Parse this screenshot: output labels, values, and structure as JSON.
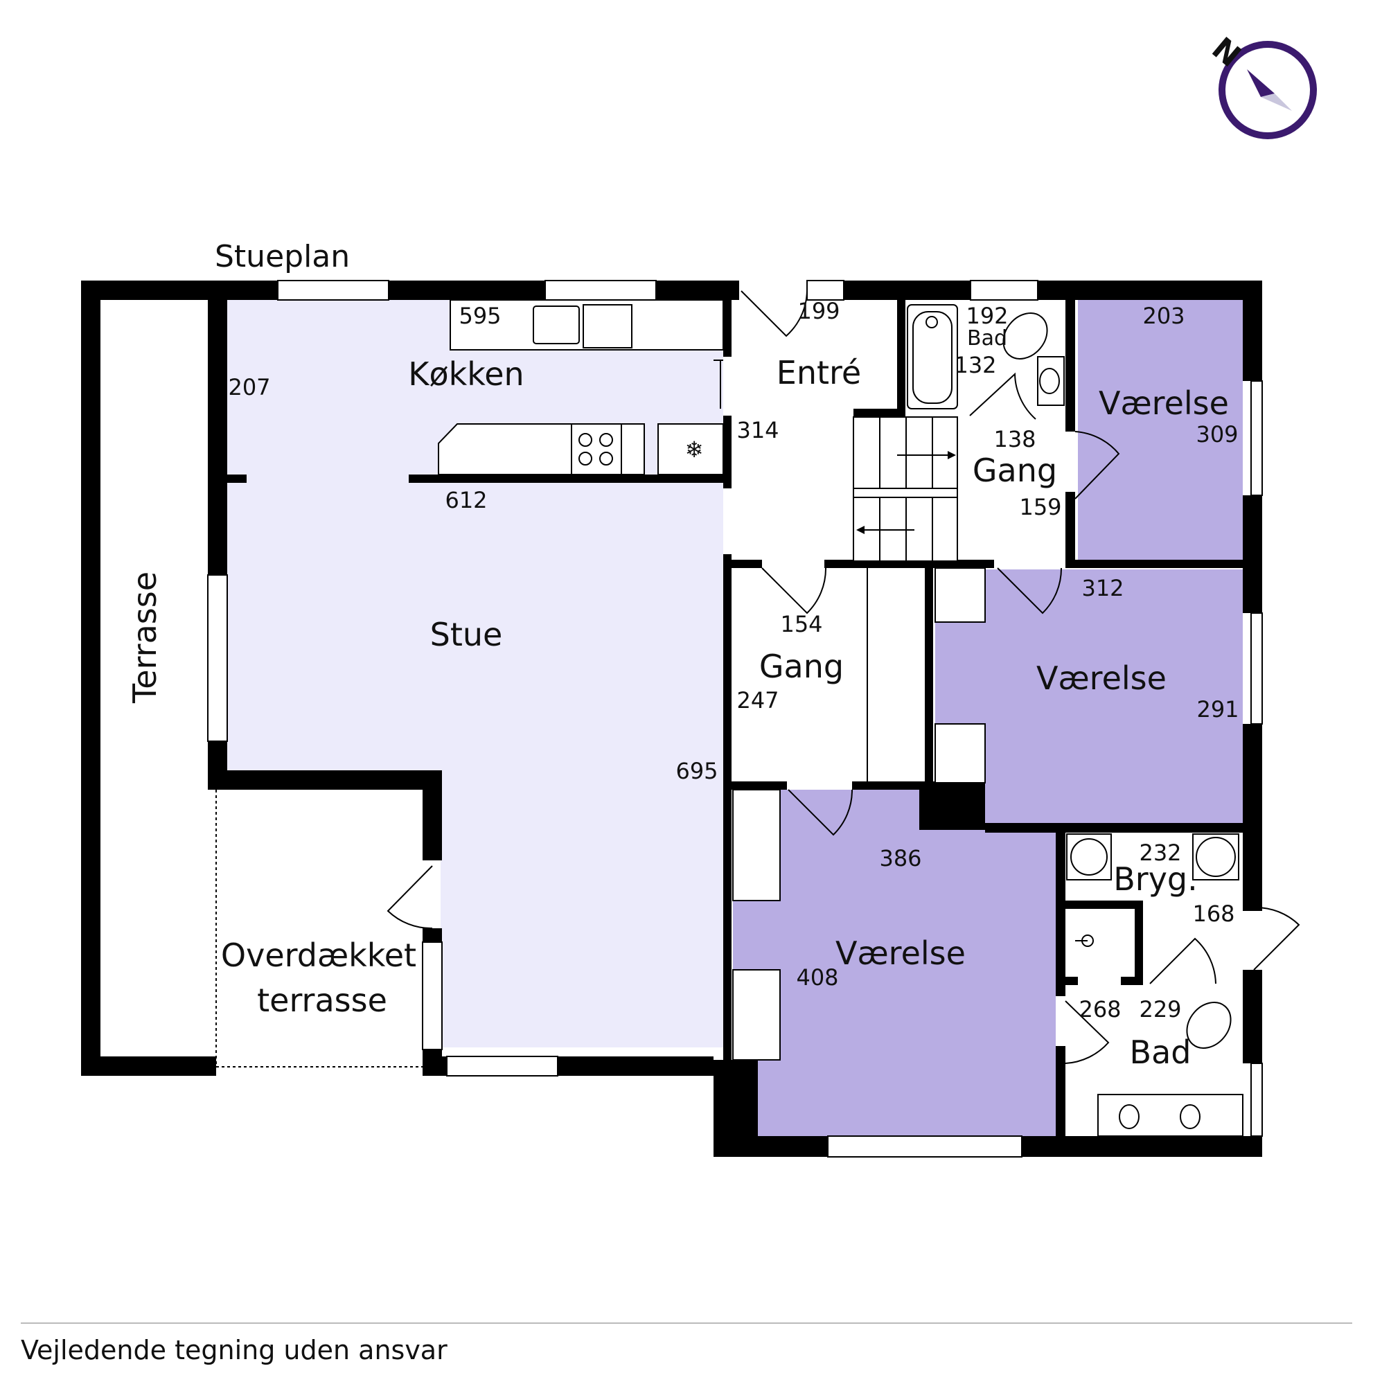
{
  "title": "Stueplan",
  "footer": "Vejledende tegning uden ansvar",
  "compass": {
    "letter": "N",
    "color": "#3b1a6e"
  },
  "colors": {
    "living": "#ecebfb",
    "bedroom": "#b8ade3",
    "wall": "#000000"
  },
  "rooms": {
    "kokken": "Køkken",
    "stue": "Stue",
    "entre": "Entré",
    "gang1": "Gang",
    "gang2": "Gang",
    "vaerelse1": "Værelse",
    "vaerelse2": "Værelse",
    "vaerelse3": "Værelse",
    "bad1": "Bad",
    "bad2": "Bad",
    "bryg": "Bryg.",
    "terrasse": "Terrasse",
    "overdaekket1": "Overdækket",
    "overdaekket2": "terrasse"
  },
  "dims": {
    "d595": "595",
    "d207": "207",
    "d612": "612",
    "d314": "314",
    "d199": "199",
    "d192": "192",
    "d132": "132",
    "d138": "138",
    "d159": "159",
    "d203": "203",
    "d309": "309",
    "d312": "312",
    "d291": "291",
    "d154": "154",
    "d247": "247",
    "d695": "695",
    "d386": "386",
    "d408": "408",
    "d232": "232",
    "d168": "168",
    "d268": "268",
    "d229": "229"
  }
}
